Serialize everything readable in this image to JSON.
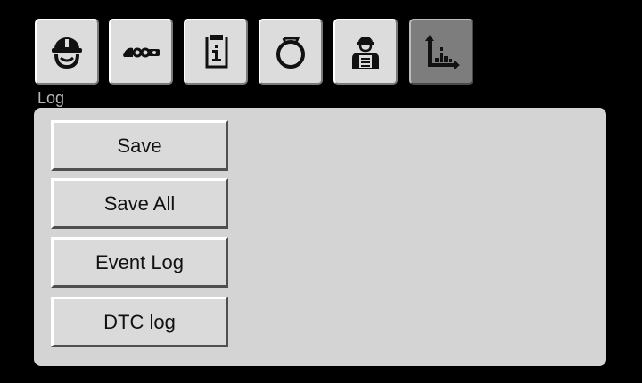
{
  "toolbar": {
    "buttons": [
      {
        "icon": "operator-helmet-icon",
        "active": false
      },
      {
        "icon": "machine-chain-icon",
        "active": false
      },
      {
        "icon": "info-document-icon",
        "active": false
      },
      {
        "icon": "ring-icon",
        "active": false
      },
      {
        "icon": "technician-clipboard-icon",
        "active": false
      },
      {
        "icon": "log-chart-icon",
        "active": true
      }
    ]
  },
  "section": {
    "label": "Log"
  },
  "menu": {
    "buttons": [
      {
        "label": "Save"
      },
      {
        "label": "Save All"
      },
      {
        "label": "Event Log"
      },
      {
        "label": "DTC log"
      }
    ]
  },
  "colors": {
    "background": "#000000",
    "panel": "#d4d4d4",
    "button_face": "#dadada",
    "active_tab": "#7d7d7d",
    "label_text": "#b8b8b8"
  }
}
